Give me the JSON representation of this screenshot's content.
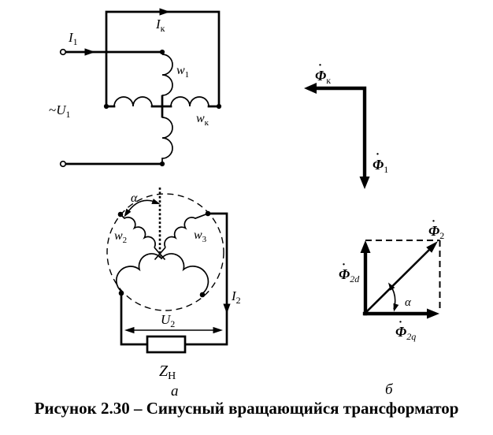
{
  "figure": {
    "caption": "Рисунок 2.30 – Синусный вращающийся трансформатор",
    "panel_a_label": "а",
    "panel_b_label": "б"
  },
  "schematic": {
    "i1": {
      "base": "I",
      "sub": "1"
    },
    "ik": {
      "base": "I",
      "sub": "к"
    },
    "w1": {
      "base": "w",
      "sub": "1"
    },
    "wk": {
      "base": "w",
      "sub": "к"
    },
    "u1": {
      "prefix": "~",
      "base": "U",
      "sub": "1"
    },
    "alpha": "α",
    "w2": {
      "base": "w",
      "sub": "2"
    },
    "w3": {
      "base": "w",
      "sub": "3"
    },
    "i2": {
      "base": "I",
      "sub": "2"
    },
    "u2": {
      "base": "U",
      "sub": "2"
    },
    "zn": {
      "base": "Z",
      "sub": "Н"
    }
  },
  "vectors": {
    "phi_k": {
      "dot": "·",
      "base": "Φ",
      "sub": "к"
    },
    "phi_1": {
      "dot": "·",
      "base": "Φ",
      "sub": "1"
    },
    "phi_2": {
      "dot": "·",
      "base": "Φ",
      "sub": "2"
    },
    "phi_2d": {
      "dot": "·",
      "base": "Φ",
      "sub": "2d"
    },
    "phi_2q": {
      "dot": "·",
      "base": "Φ",
      "sub": "2q"
    },
    "alpha": "α"
  }
}
